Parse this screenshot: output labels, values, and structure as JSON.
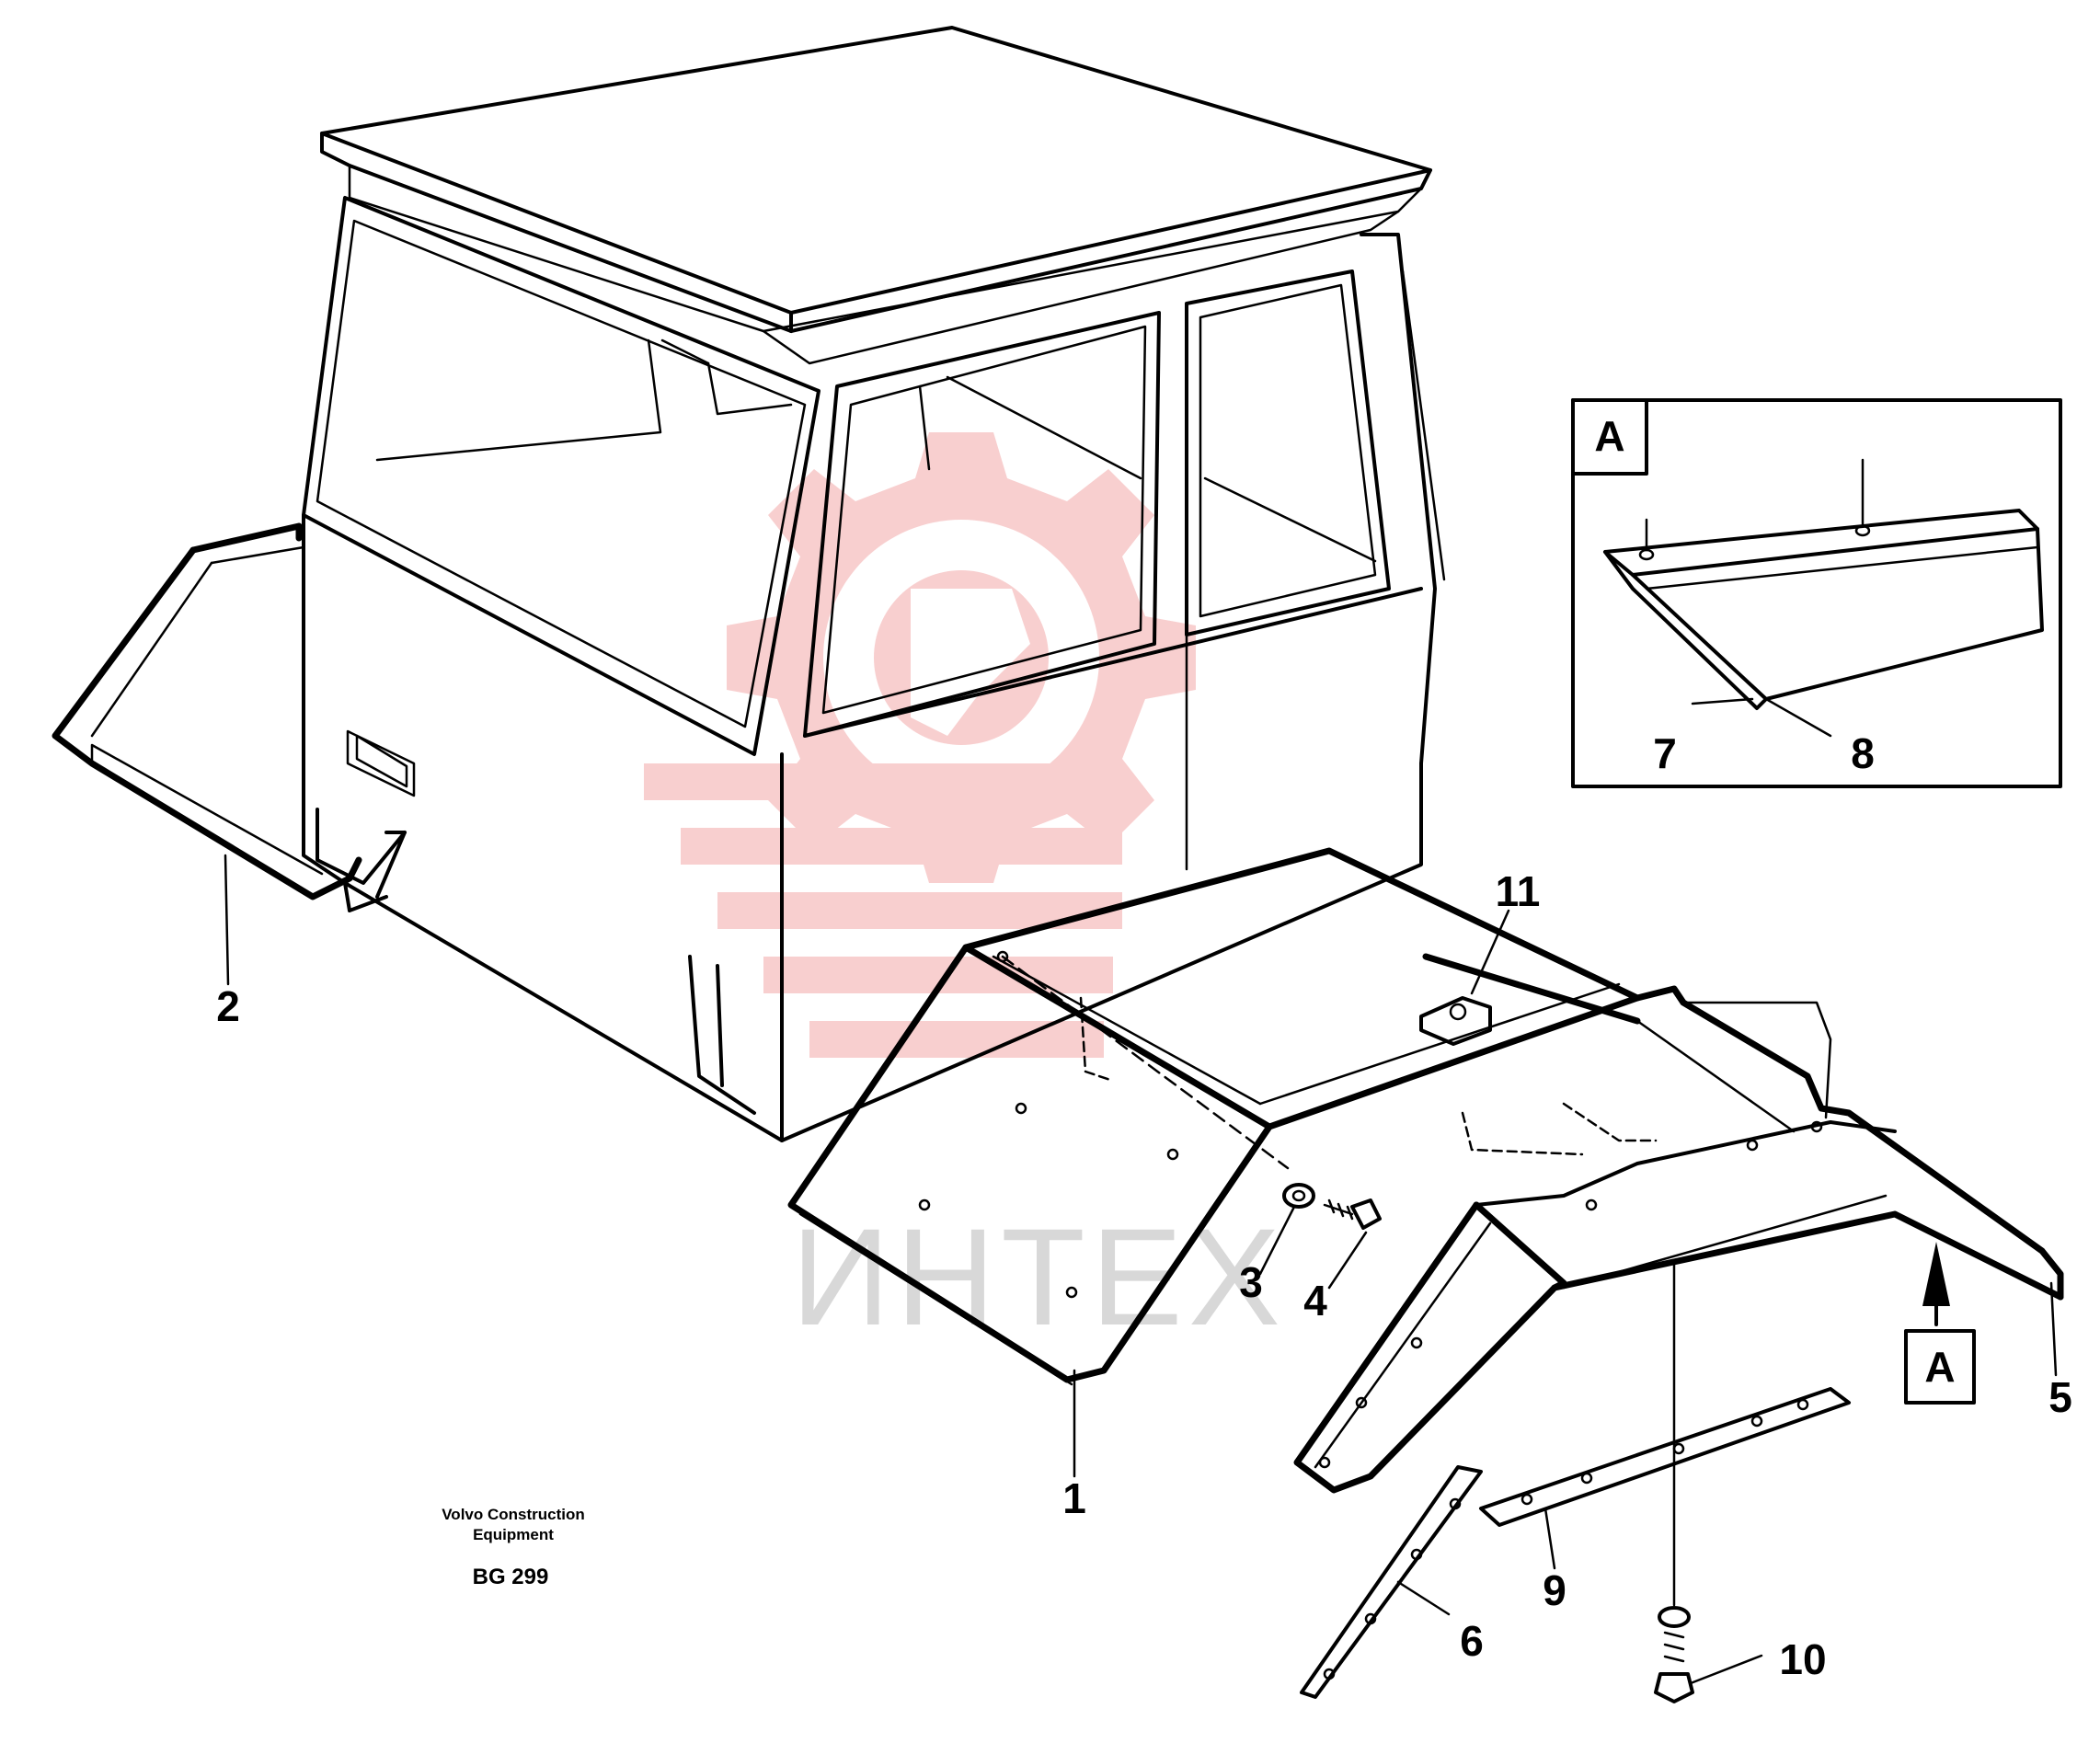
{
  "callouts": [
    "1",
    "2",
    "3",
    "4",
    "5",
    "6",
    "7",
    "8",
    "9",
    "10",
    "11"
  ],
  "view_marker": "A",
  "inset_label": "A",
  "caption": {
    "line1": "Volvo Construction",
    "line2": "Equipment",
    "code": "BG 299"
  },
  "watermark": "ИНТЕХ",
  "colors": {
    "line": "#000000",
    "watermark_logo": "#f3a8a8",
    "watermark_text": "#d8d8d8",
    "background": "#ffffff"
  }
}
